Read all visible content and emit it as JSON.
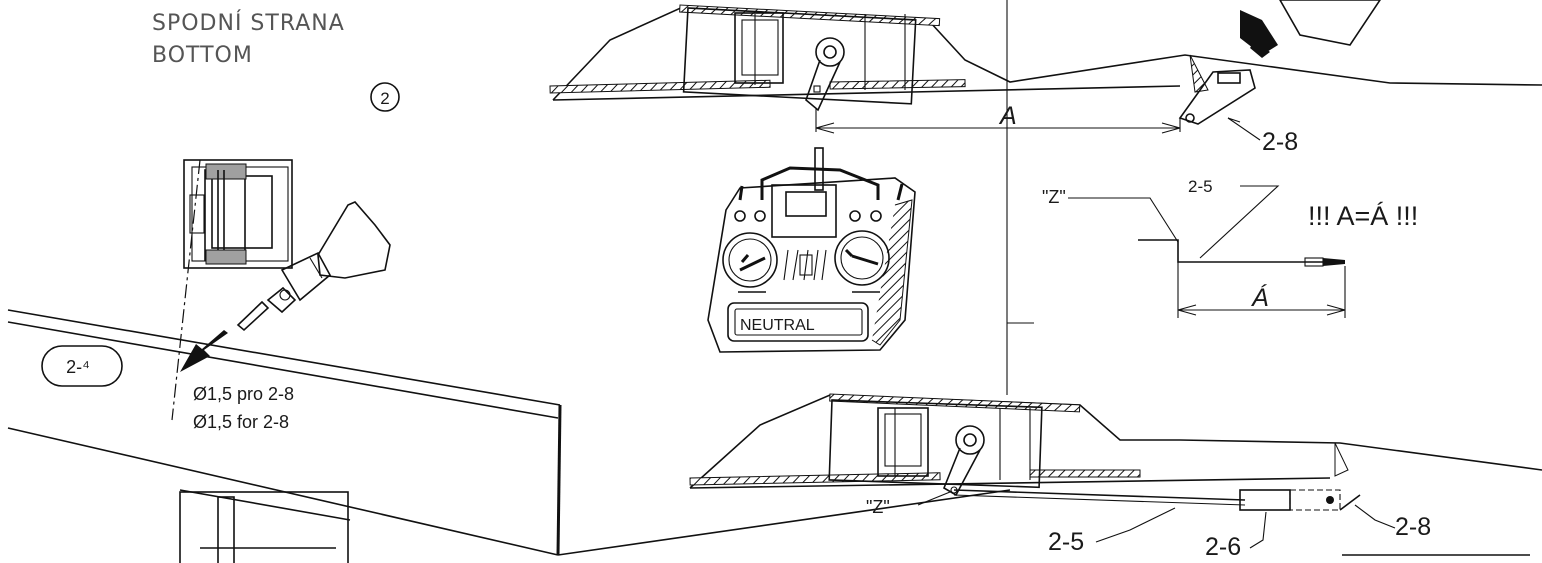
{
  "header": {
    "title_cz": "SPODNÍ STRANA",
    "title_en": "BOTTOM"
  },
  "step_number": "2",
  "part_callout": "2-⁴",
  "drill_note": {
    "line_cz": "Ø1,5 pro 2-8",
    "line_en": "Ø1,5 for 2-8"
  },
  "dimensions": {
    "a": "A",
    "a_prime": "Á",
    "rule": "!!! A=Á !!!"
  },
  "parts": {
    "horn": "2-8",
    "pushrod": "2-5",
    "tube": "2-6",
    "z_bend": "\"Z\""
  },
  "transmitter": {
    "display": "NEUTRAL"
  },
  "colors": {
    "ink": "#111111",
    "header_gray": "#555555",
    "shade": "#a0a0a0"
  }
}
